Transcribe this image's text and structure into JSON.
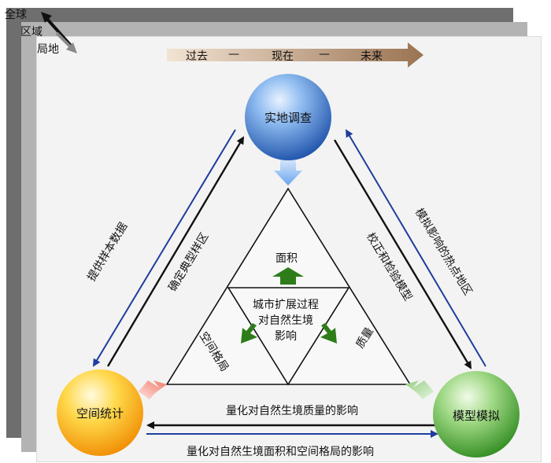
{
  "scales": {
    "global": "全球",
    "region": "区域",
    "local": "局地"
  },
  "timeline": {
    "past": "过去",
    "dash1": "—",
    "present": "现在",
    "dash2": "—",
    "future": "未来"
  },
  "nodes": {
    "field_survey": "实地调查",
    "spatial_statistics": "空间统计",
    "model_simulation": "模型模拟"
  },
  "center": {
    "line1": "城市扩展过程",
    "line2": "对自然生境",
    "line3": "影响"
  },
  "aspects": {
    "area": "面积",
    "pattern": "空间格局",
    "quality": "质量"
  },
  "flows": {
    "provide_samples": "提供样本数据",
    "identify_typical_areas": "确定典型样区",
    "calibrate_validate": "校正和检验模型",
    "simulate_hotspots": "模拟影响的热点地区",
    "quantify_quality": "量化对自然生境质量的影响",
    "quantify_area_pattern": "量化对自然生境面积和空间格局的影响"
  },
  "colors": {
    "blue_arrow": "#1f3d9e",
    "black_arrow": "#111111",
    "green_arrow": "#2e7d1a",
    "timeline_arrow": "#b08a6a",
    "field_survey_sphere": "#2a66c4",
    "spatial_statistics_sphere": "#f4a020",
    "model_simulation_sphere": "#4aa53c"
  }
}
